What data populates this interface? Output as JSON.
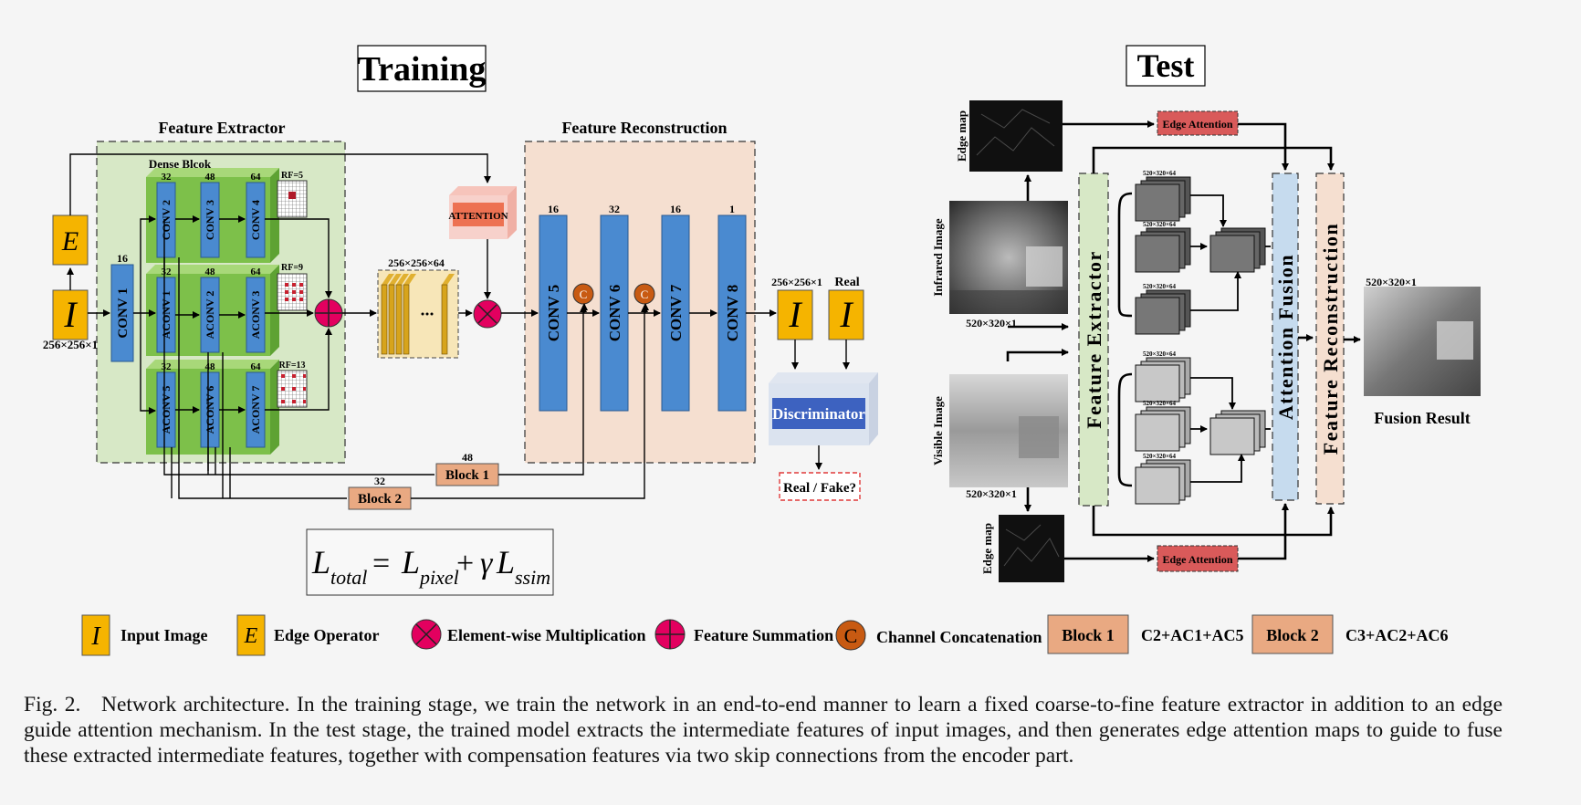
{
  "training": {
    "title": "Training",
    "feature_extractor": "Feature Extractor",
    "dense_block": "Dense Blcok",
    "feature_reconstruction": "Feature Reconstruction",
    "edge_letter": "E",
    "input_letter": "I",
    "input_size": "256×256×1",
    "conv1": {
      "label": "CONV 1",
      "channels": "16"
    },
    "conv2": {
      "label": "CONV 2",
      "channels": "32"
    },
    "conv3": {
      "label": "CONV 3",
      "channels": "48"
    },
    "conv4": {
      "label": "CONV 4",
      "channels": "64"
    },
    "aconv1": {
      "label": "ACONV 1",
      "channels": "32"
    },
    "aconv2": {
      "label": "ACONV 2",
      "channels": "48"
    },
    "aconv3": {
      "label": "ACONV 3",
      "channels": "64"
    },
    "aconv5": {
      "label": "ACONV 5",
      "channels": "32"
    },
    "aconv6": {
      "label": "ACONV 6",
      "channels": "48"
    },
    "aconv7": {
      "label": "ACONV 7",
      "channels": "64"
    },
    "rf5": "RF=5",
    "rf9": "RF=9",
    "rf13": "RF=13",
    "feature_size": "256×256×64",
    "attention": "ATTENTION",
    "conv5": {
      "label": "CONV 5",
      "channels": "16"
    },
    "conv6": {
      "label": "CONV 6",
      "channels": "32"
    },
    "conv7": {
      "label": "CONV 7",
      "channels": "16"
    },
    "conv8": {
      "label": "CONV 8",
      "channels": "1"
    },
    "concat_letter": "C",
    "output_size": "256×256×1",
    "real": "Real",
    "discriminator": "Discriminator",
    "real_fake": "Real / Fake?",
    "block1": {
      "label": "Block 1",
      "channels": "48"
    },
    "block2": {
      "label": "Block 2",
      "channels": "32"
    }
  },
  "loss": {
    "L": "L",
    "total": "total",
    "eq": "=",
    "pixel": "pixel",
    "plus": "+",
    "gamma": "γ",
    "ssim": "ssim"
  },
  "test": {
    "title": "Test",
    "edge_map": "Edge map",
    "infrared_image": "Infrared Image",
    "visible_image": "Visible Image",
    "image_size": "520×320×1",
    "edge_attention": "Edge Attention",
    "feature_extractor": "Feature Extractor",
    "attention_fusion": "Attention Fusion",
    "feature_reconstruction": "Feature Reconstruction",
    "fusion_result": "Fusion Result",
    "stack_size": "520×320×64"
  },
  "legend": {
    "input_image": "Input Image",
    "edge_operator": "Edge Operator",
    "element_wise": "Element-wise Multiplication",
    "feature_summation": "Feature Summation",
    "channel_concat": "Channel Concatenation",
    "block1_label": "Block 1",
    "block1_def": "C2+AC1+AC5",
    "block2_label": "Block 2",
    "block2_def": "C3+AC2+AC6"
  },
  "caption": {
    "fig": "Fig. 2.",
    "text": "Network architecture. In the training stage, we train the network in an end-to-end manner to learn a fixed coarse-to-fine feature extractor in addition to an edge guide attention mechanism. In the test stage, the trained model extracts the intermediate features of input images, and then generates edge attention maps to guide to fuse these extracted intermediate features, together with compensation features via two skip connections from the encoder part."
  },
  "colors": {
    "conv_blue": "#4a8ad0",
    "orange_box": "#f5b400",
    "green_region": "#d7e8c6",
    "peach_region": "#f5dfd0",
    "block_fill": "#e9a982",
    "edge_attention_fill": "#d95a5a",
    "magenta": "#e3005f",
    "concat_orange": "#c85a12"
  }
}
